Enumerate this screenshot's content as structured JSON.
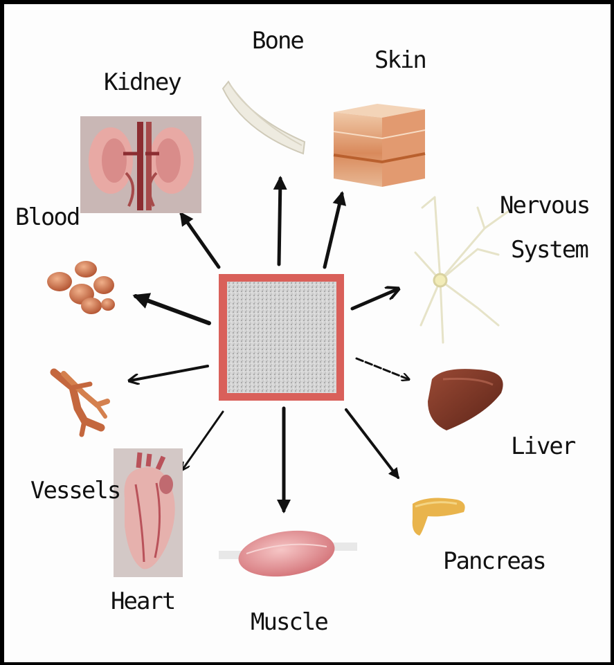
{
  "diagram": {
    "labels": {
      "bone": "Bone",
      "skin": "Skin",
      "kidney": "Kidney",
      "blood": "Blood",
      "nervous_line1": "Nervous",
      "nervous_line2": "System",
      "liver": "Liver",
      "vessels": "Vessels",
      "heart": "Heart",
      "muscle": "Muscle",
      "pancreas": "Pancreas"
    },
    "colors": {
      "center_border": "#d9605a",
      "arrow": "#111111"
    },
    "icons": {
      "center": "stem-cell-icon",
      "bone": "bone-icon",
      "skin": "skin-icon",
      "kidney": "kidney-icon",
      "blood": "blood-cells-icon",
      "nervous": "neuron-icon",
      "liver": "liver-icon",
      "vessels": "vessels-icon",
      "heart": "heart-icon",
      "muscle": "muscle-icon",
      "pancreas": "pancreas-icon"
    }
  }
}
